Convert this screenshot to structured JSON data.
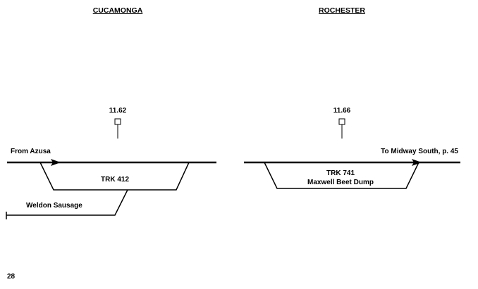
{
  "stations": [
    {
      "name": "CUCAMONGA",
      "milepost": "11.62",
      "track_label": "TRK 412",
      "left_label": "From Azusa",
      "spur_label": "Weldon Sausage"
    },
    {
      "name": "ROCHESTER",
      "milepost": "11.66",
      "track_label": "TRK 741",
      "track_sublabel": "Maxwell Beet Dump",
      "right_label": "To Midway South, p. 45"
    }
  ],
  "page_number": "28"
}
